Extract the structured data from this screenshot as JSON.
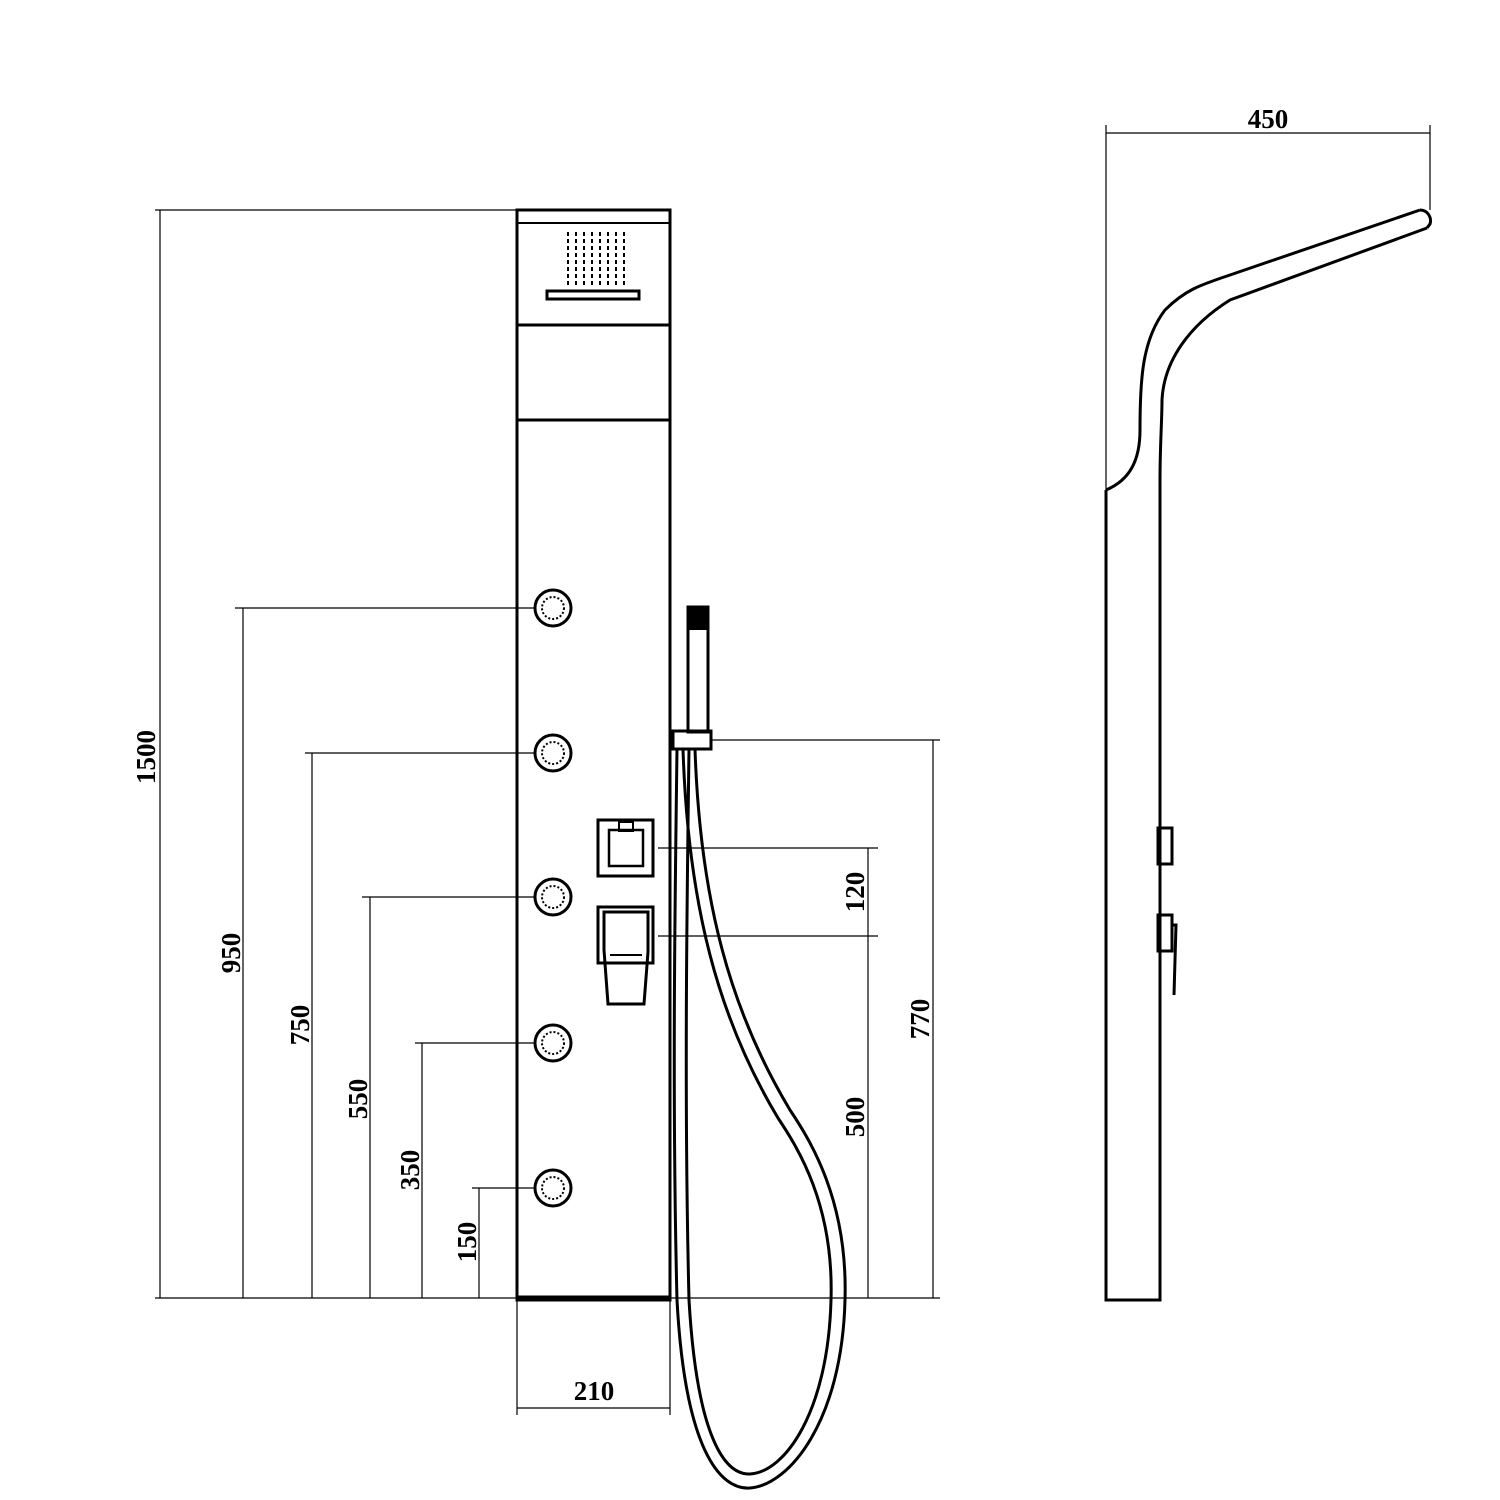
{
  "front_view": {
    "dimensions": {
      "total_height": "1500",
      "jet_1_height": "950",
      "jet_2_height": "750",
      "jet_3_height": "550",
      "jet_4_height": "350",
      "jet_5_height": "150",
      "panel_width": "210",
      "valve_spacing": "120",
      "lower_valve_height": "500",
      "handshower_holder_height": "770"
    }
  },
  "side_view": {
    "dimensions": {
      "projection_depth": "450"
    }
  },
  "colors": {
    "line": "#000000",
    "background": "#ffffff"
  }
}
